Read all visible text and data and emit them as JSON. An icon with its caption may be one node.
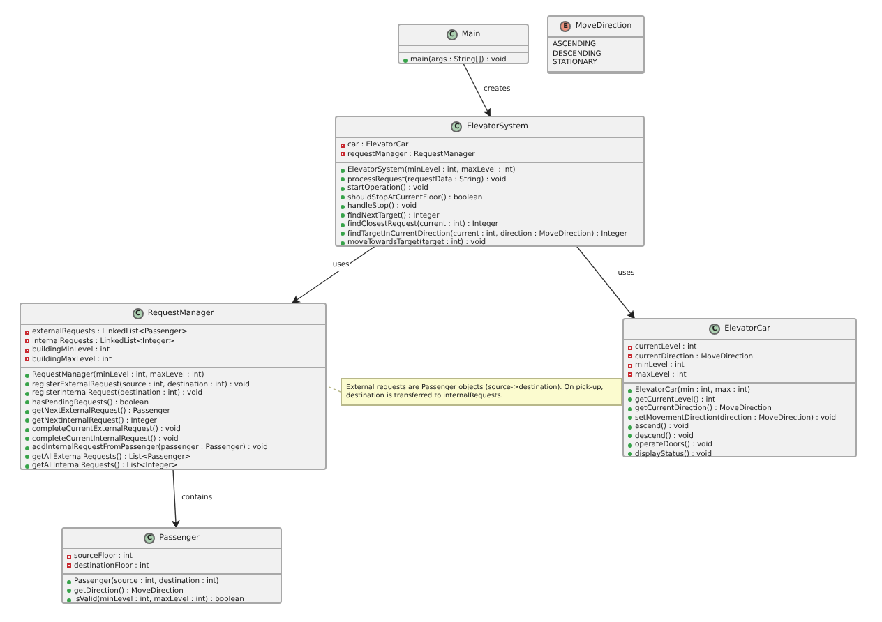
{
  "diagram": {
    "nodes": [
      {
        "text": [
          "C",
          "Main",
          "main(args : String[]) : void"
        ]
      },
      {
        "text": [
          "E",
          "MoveDirection",
          "ASCENDING",
          "DESCENDING",
          "STATIONARY"
        ]
      },
      {
        "text": [
          "C",
          "ElevatorSystem",
          "car : ElevatorCar",
          "requestManager : RequestManager",
          "ElevatorSystem(minLevel : int, maxLevel : int)",
          "processRequest(requestData : String) : void",
          "startOperation() : void",
          "shouldStopAtCurrentFloor() : boolean",
          "handleStop() : void",
          "findNextTarget() : Integer",
          "findClosestRequest(current : int) : Integer",
          "findTargetInCurrentDirection(current : int, direction : MoveDirection) : Integer",
          "moveTowardsTarget(target : int) : void"
        ]
      },
      {
        "text": [
          "C",
          "RequestManager",
          "externalRequests : LinkedList<Passenger>",
          "internalRequests : LinkedList<Integer>",
          "buildingMinLevel : int",
          "buildingMaxLevel : int",
          "RequestManager(minLevel : int, maxLevel : int)",
          "registerExternalRequest(source : int, destination : int) : void",
          "registerInternalRequest(destination : int) : void",
          "hasPendingRequests() : boolean",
          "getNextExternalRequest() : Passenger",
          "getNextInternalRequest() : Integer",
          "completeCurrentExternalRequest() : void",
          "completeCurrentInternalRequest() : void",
          "addInternalRequestFromPassenger(passenger : Passenger) : void",
          "getAllExternalRequests() : List<Passenger>",
          "getAllInternalRequests() : List<Integer>"
        ]
      },
      {
        "text": [
          "External requests are Passenger objects (source->destination). On pick-up, destination is transferred to internalRequests."
        ]
      },
      {
        "text": [
          "C",
          "ElevatorCar",
          "currentLevel : int",
          "currentDirection : MoveDirection",
          "minLevel : int",
          "maxLevel : int",
          "ElevatorCar(min : int, max : int)",
          "getCurrentLevel() : int",
          "getCurrentDirection() : MoveDirection",
          "setMovementDirection(direction : MoveDirection) : void",
          "ascend() : void",
          "descend() : void",
          "operateDoors() : void",
          "displayStatus() : void"
        ]
      },
      {
        "text": [
          "C",
          "Passenger",
          "sourceFloor : int",
          "destinationFloor : int",
          "Passenger(source : int, destination : int)",
          "getDirection() : MoveDirection",
          "isValid(minLevel : int, maxLevel : int) : boolean"
        ]
      }
    ],
    "edges": [
      {
        "from": 0,
        "to": 2,
        "arrow": "to",
        "label": "creates"
      },
      {
        "from": 2,
        "to": 3,
        "arrow": "to",
        "label": "uses"
      },
      {
        "from": 2,
        "to": 5,
        "arrow": "to",
        "label": "uses"
      },
      {
        "from": 3,
        "to": 6,
        "arrow": "to",
        "label": "contains"
      },
      {
        "from": 4,
        "to": 3,
        "arrow": "none",
        "style": "dashed",
        "color": "#b8b88a"
      }
    ]
  }
}
